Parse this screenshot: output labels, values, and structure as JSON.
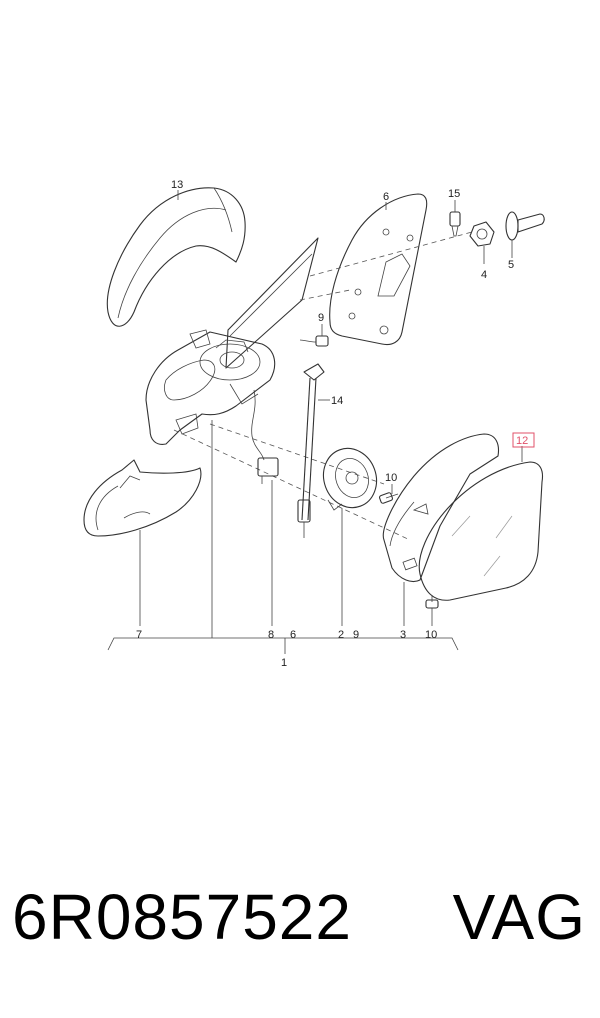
{
  "diagram": {
    "callouts": [
      {
        "id": "c13",
        "text": "13"
      },
      {
        "id": "c6a",
        "text": "6"
      },
      {
        "id": "c15",
        "text": "15"
      },
      {
        "id": "c4",
        "text": "4"
      },
      {
        "id": "c5",
        "text": "5"
      },
      {
        "id": "c9a",
        "text": "9"
      },
      {
        "id": "c14",
        "text": "14"
      },
      {
        "id": "c12",
        "text": "12",
        "highlighted": true
      },
      {
        "id": "c10a",
        "text": "10"
      },
      {
        "id": "c7",
        "text": "7"
      },
      {
        "id": "c8",
        "text": "8"
      },
      {
        "id": "c6b",
        "text": "6"
      },
      {
        "id": "c2",
        "text": "2"
      },
      {
        "id": "c9b",
        "text": "9"
      },
      {
        "id": "c3",
        "text": "3"
      },
      {
        "id": "c10b",
        "text": "10"
      },
      {
        "id": "c1",
        "text": "1"
      }
    ],
    "highlight_color": "#e0506a"
  },
  "footer": {
    "part_number": "6R0857522",
    "brand": "VAG"
  }
}
